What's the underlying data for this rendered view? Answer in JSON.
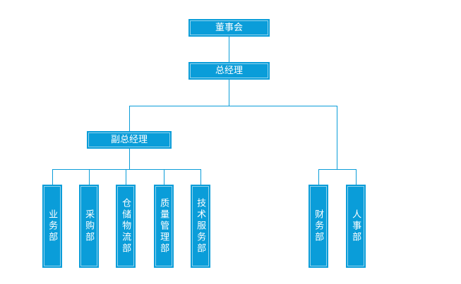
{
  "org": {
    "nodes": {
      "board": {
        "label": "董事会"
      },
      "general_manager": {
        "label": "总经理"
      },
      "deputy_general_manager": {
        "label": "副总经理"
      },
      "business_dept": {
        "label": "业务部"
      },
      "purchasing_dept": {
        "label": "采购部"
      },
      "warehouse_logistics_dept": {
        "label": "仓储物流部"
      },
      "quality_management_dept": {
        "label": "质量管理部"
      },
      "technical_service_dept": {
        "label": "技术服务部"
      },
      "finance_dept": {
        "label": "财务部"
      },
      "hr_dept": {
        "label": "人事部"
      }
    },
    "edges": [
      [
        "board",
        "general_manager"
      ],
      [
        "general_manager",
        "deputy_general_manager"
      ],
      [
        "general_manager",
        "finance_dept"
      ],
      [
        "general_manager",
        "hr_dept"
      ],
      [
        "deputy_general_manager",
        "business_dept"
      ],
      [
        "deputy_general_manager",
        "purchasing_dept"
      ],
      [
        "deputy_general_manager",
        "warehouse_logistics_dept"
      ],
      [
        "deputy_general_manager",
        "quality_management_dept"
      ],
      [
        "deputy_general_manager",
        "technical_service_dept"
      ]
    ],
    "colors": {
      "box_fill": "#0a9dd9",
      "box_inner_line": "#bfe6f5",
      "connector": "#0a9dd9",
      "text": "#ffffff",
      "background": "#ffffff"
    }
  }
}
